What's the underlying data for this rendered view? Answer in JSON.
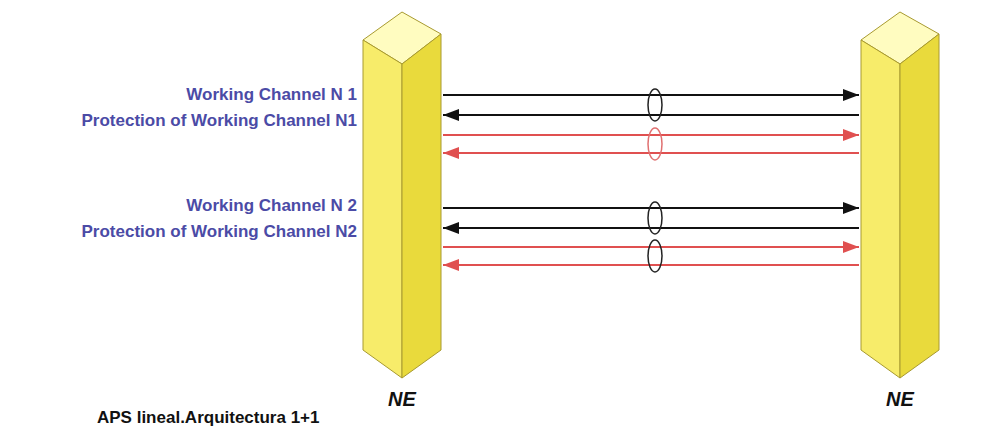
{
  "diagram": {
    "caption": "APS lineal.Arquitectura 1+1",
    "nodes": [
      {
        "text": [
          "NE"
        ]
      },
      {
        "text": [
          "NE"
        ]
      }
    ],
    "edges": [
      {
        "from": 0,
        "to": 1,
        "arrow": "to"
      },
      {
        "from": 1,
        "to": 0,
        "arrow": "to"
      },
      {
        "from": 0,
        "to": 1,
        "arrow": "to"
      },
      {
        "from": 1,
        "to": 0,
        "arrow": "to"
      },
      {
        "from": 0,
        "to": 1,
        "arrow": "to"
      },
      {
        "from": 1,
        "to": 0,
        "arrow": "to"
      },
      {
        "from": 0,
        "to": 1,
        "arrow": "to"
      },
      {
        "from": 1,
        "to": 0,
        "arrow": "to"
      }
    ],
    "labels": [
      "Working Channel N 1",
      "Protection of Working Channel N1",
      "Working Channel N 2",
      "Protection of Working Channel N2"
    ]
  }
}
